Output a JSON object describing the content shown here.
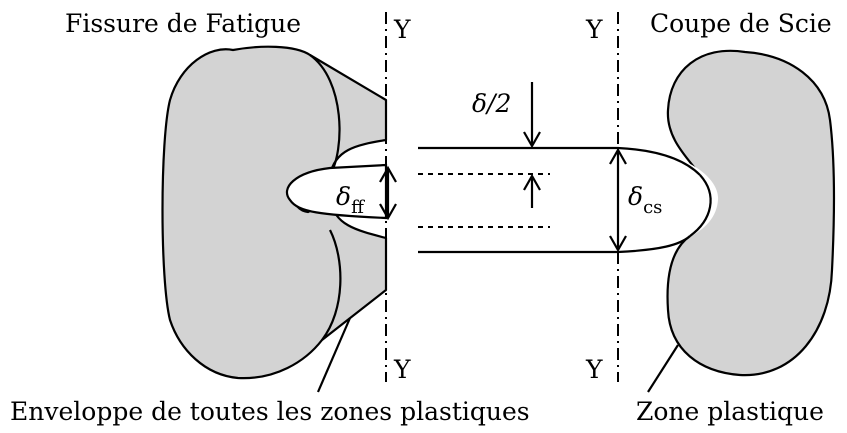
{
  "labels": {
    "fatigue_crack": "Fissure de Fatigue",
    "saw_cut": "Coupe de Scie",
    "envelope": "Enveloppe de toutes les zones plastiques",
    "plastic_zone": "Zone plastique",
    "axis_symbol": "Y",
    "delta_half": "δ/2",
    "delta_main": "δ",
    "sub_ff": "ff",
    "sub_cs": "cs"
  },
  "colors": {
    "zone_fill": "#d3d3d3",
    "stroke": "#000000"
  }
}
